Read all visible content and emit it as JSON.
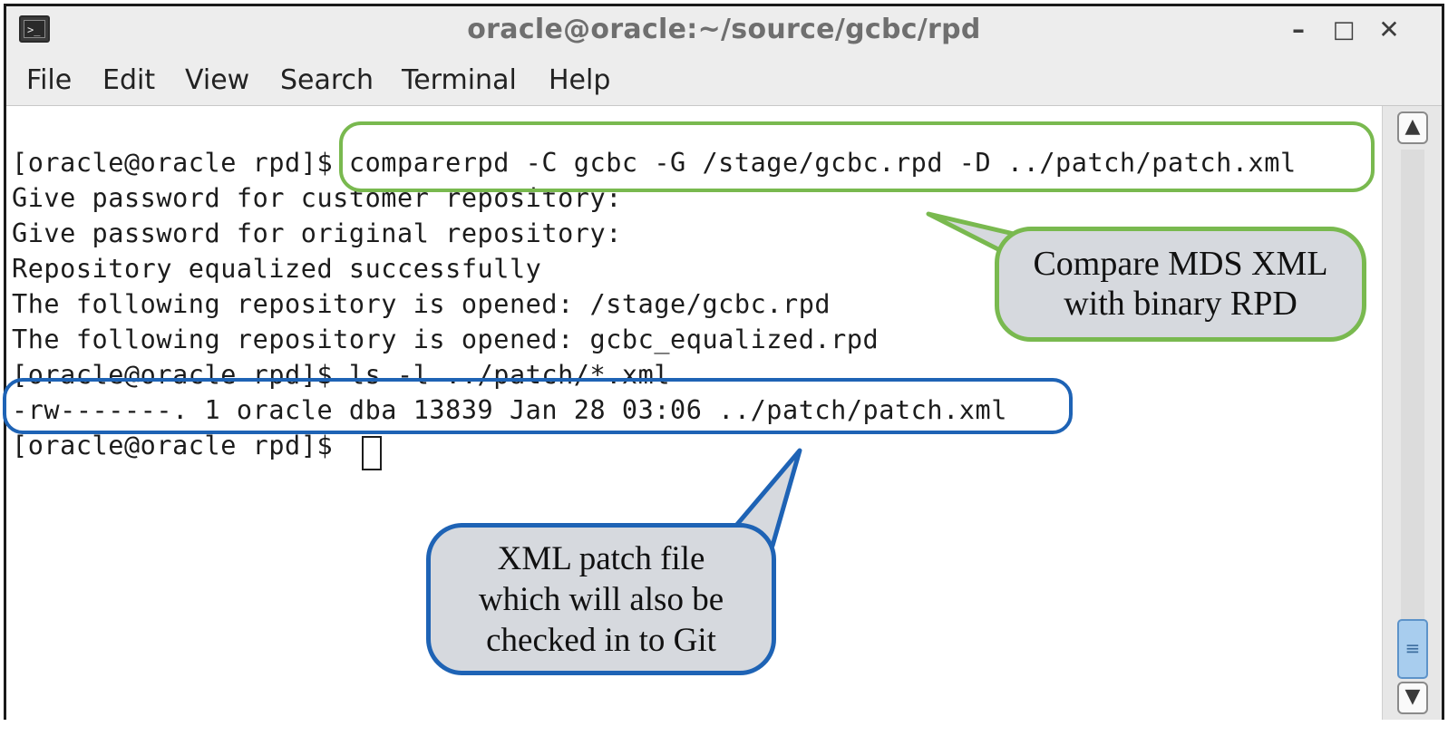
{
  "window": {
    "title": "oracle@oracle:~/source/gcbc/rpd",
    "icon": "terminal-icon",
    "controls": {
      "minimize": "–",
      "maximize": "□",
      "close": "✕"
    }
  },
  "menu": [
    "File",
    "Edit",
    "View",
    "Search",
    "Terminal",
    "Help"
  ],
  "terminal": {
    "lines": [
      "[oracle@oracle rpd]$ comparerpd -C gcbc -G /stage/gcbc.rpd -D ../patch/patch.xml",
      "Give password for customer repository:",
      "Give password for original repository:",
      "Repository equalized successfully",
      "The following repository is opened: /stage/gcbc.rpd",
      "The following repository is opened: gcbc_equalized.rpd",
      "[oracle@oracle rpd]$ ls -l ../patch/*.xml",
      "-rw-------. 1 oracle dba 13839 Jan 28 03:06 ../patch/patch.xml",
      "[oracle@oracle rpd]$ "
    ]
  },
  "scrollbar": {
    "up": "▲",
    "down": "▼",
    "thumb": "≡"
  },
  "callouts": {
    "green": [
      "Compare MDS XML",
      "with binary RPD"
    ],
    "blue": [
      "XML patch file",
      "which will also be",
      "checked in to Git"
    ]
  },
  "colors": {
    "green": "#79b94f",
    "blue": "#1e63b5",
    "callout_fill": "#d6d9de"
  }
}
